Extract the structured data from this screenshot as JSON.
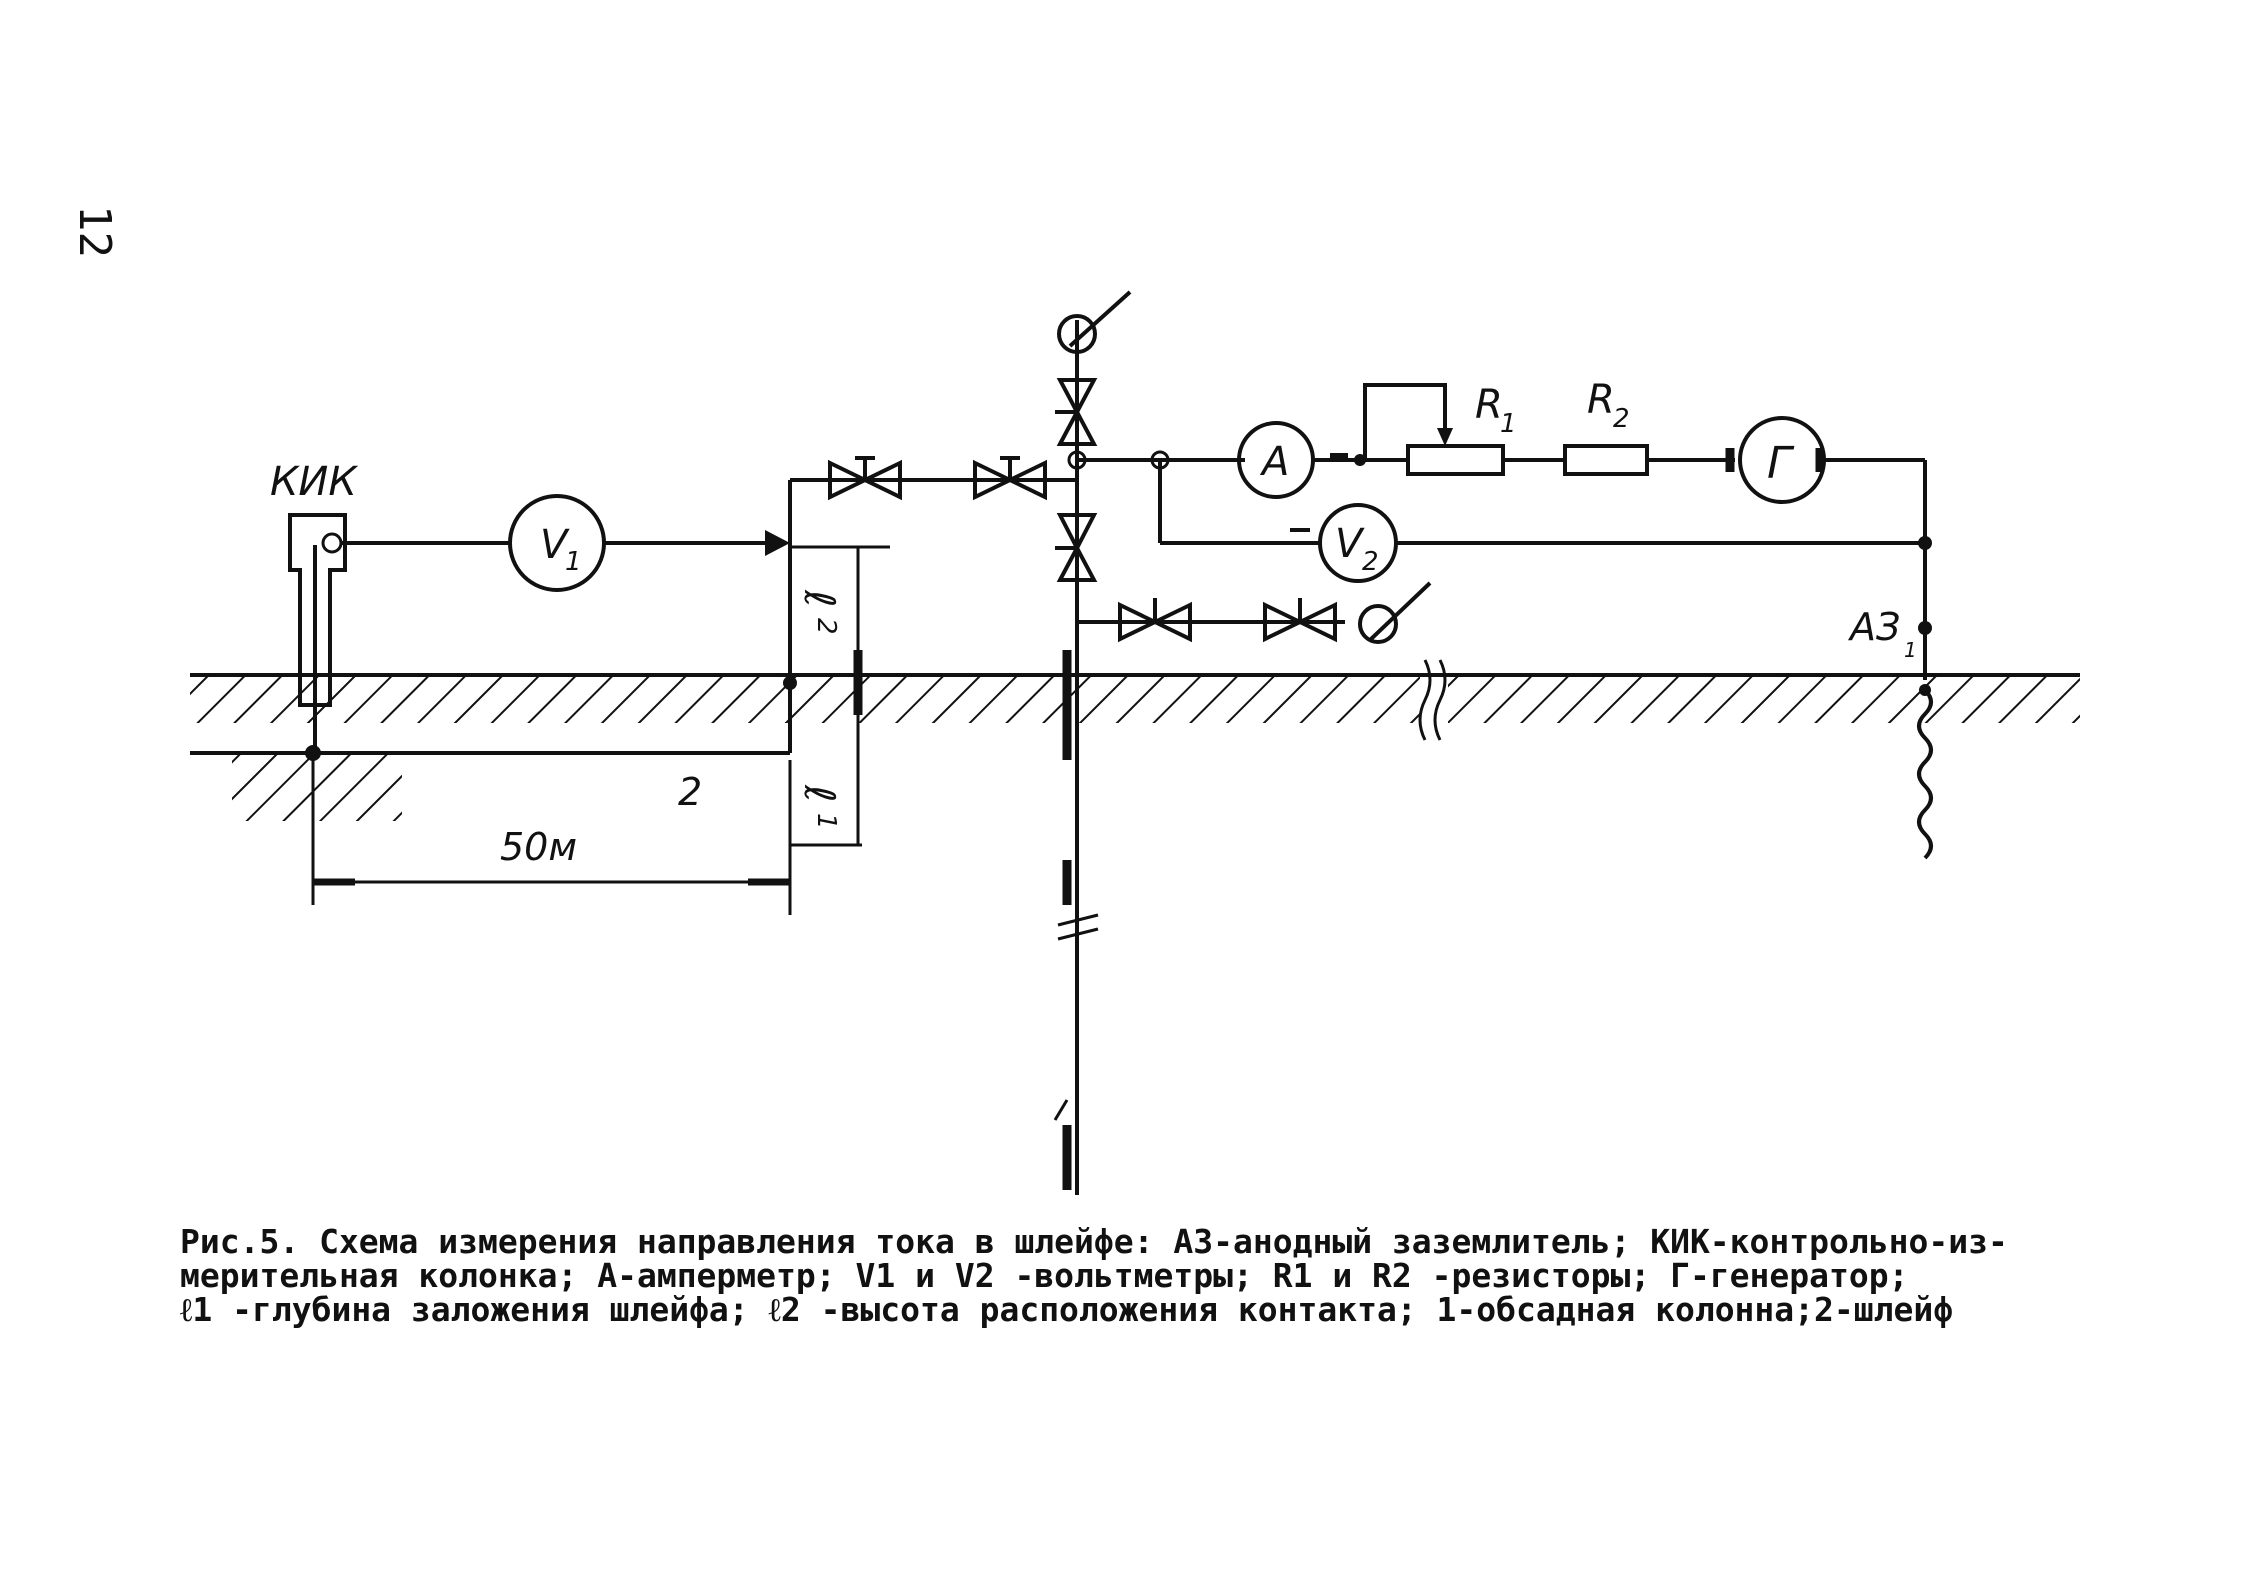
{
  "page_number": "12",
  "labels": {
    "kik": "КИК",
    "v1": "V",
    "v1_sub": "1",
    "v2": "V",
    "v2_sub": "2",
    "ammeter": "A",
    "r1": "R",
    "r1_sub": "1",
    "r2": "R",
    "r2_sub": "2",
    "generator": "Г",
    "az": "АЗ",
    "az_sub": "1",
    "l1": "ℓ",
    "l1_sub": "1",
    "l2": "ℓ",
    "l2_sub": "2",
    "loop_number": "2",
    "distance": "50м"
  },
  "caption": {
    "line1": "Рис.5. Схема измерения направления тока в шлейфе: АЗ-анодный заземлитель; КИК-контрольно-из-",
    "line2": "мерительная колонка; А-амперметр; V1 и V2 -вольтметры;  R1 и  R2 -резисторы; Г-генератор;",
    "line3": "ℓ1 -глубина заложения шлейфа;  ℓ2 -высота расположения контакта; 1-обсадная колонна;2-шлейф"
  }
}
